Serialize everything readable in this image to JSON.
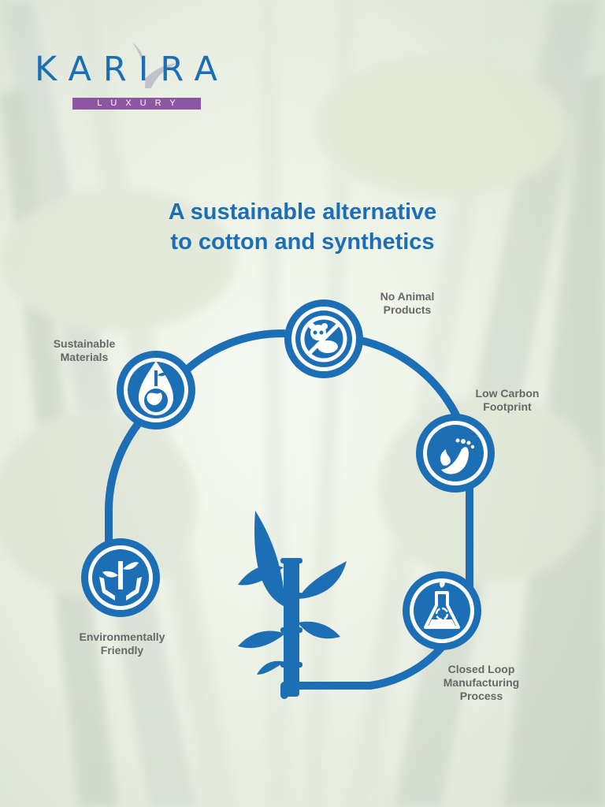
{
  "brand": {
    "name": "KARIRA",
    "tagline": "LUXURY",
    "colors": {
      "primary": "#1d6fb5",
      "accent": "#8d56a3",
      "label": "#676767"
    }
  },
  "headline": {
    "line1": "A sustainable alternative",
    "line2": "to cotton and synthetics"
  },
  "features": [
    {
      "icon": "globe-water-drop-icon",
      "line1": "Sustainable",
      "line2": "Materials"
    },
    {
      "icon": "no-panda-icon",
      "line1": "No Animal",
      "line2": "Products"
    },
    {
      "icon": "footprint-flame-icon",
      "line1": "Low Carbon",
      "line2": "Footprint"
    },
    {
      "icon": "flask-recycle-icon",
      "line1": "Closed Loop",
      "line2": "Manufacturing",
      "line3": "Process"
    },
    {
      "icon": "hands-bamboo-icon",
      "line1": "Environmentally",
      "line2": "Friendly"
    }
  ],
  "center_icon": "bamboo-stalk-icon"
}
